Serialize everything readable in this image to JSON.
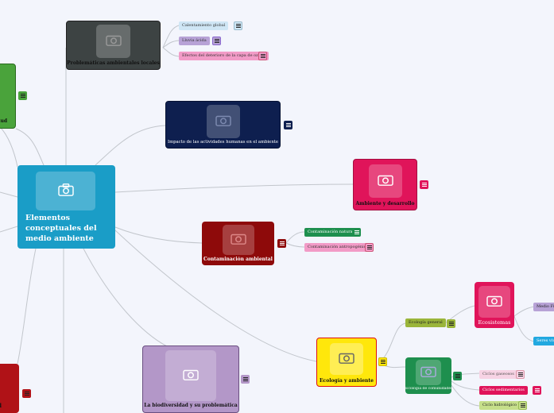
{
  "central": {
    "title": "Elementos conceptuales del medio ambiente"
  },
  "nodes": {
    "problematicas": "Problemáticas ambientales locales",
    "impacto": "Impacto de las actividades humanas en el ambiente",
    "ambiente_desarrollo": "Ambiente y desarrollo",
    "contaminacion": "Contaminación ambiental",
    "ecologia": "Ecología y ambiente",
    "biodiversidad": "La biodiversidad y su problemática",
    "ecosistemas": "Ecosistemas",
    "ecologia_comunidades": "Ecología de comunidades",
    "left_green": "salud",
    "left_red": "del"
  },
  "subtopics": {
    "calentamiento": "Calentamiento global",
    "lluvia": "Lluvia ácida",
    "ozono": "Efectos del deterioro de la capa de ozono",
    "natural": "Contaminación natural",
    "antropogenica": "Contaminación antropogénica",
    "ecologia_general": "Ecología general",
    "medio_fisico": "Medio Físico",
    "seres_vivos": "Seres vivos",
    "ciclos_gaseosos": "Ciclos gaseosos",
    "ciclos_sedimentarios": "Ciclos sedimentarios",
    "ciclo_hidrologico": "Ciclo hidrológico"
  },
  "colors": {
    "background": "#f3f5fc",
    "central": "#1a9dc7",
    "problematicas": "#3d4343",
    "impacto": "#0e1f4f",
    "ambiente_desarrollo": "#e0145a",
    "contaminacion": "#8e0a0a",
    "ecologia": "#ffe70b",
    "biodiversidad": "#b397c8",
    "ecosistemas": "#e0145a",
    "ecologia_comunidades": "#1e8f4e",
    "left_green": "#4aa33b",
    "left_red": "#b01217",
    "link": "#c2c6cc"
  },
  "icons": [
    "camera-icon",
    "note-icon"
  ]
}
